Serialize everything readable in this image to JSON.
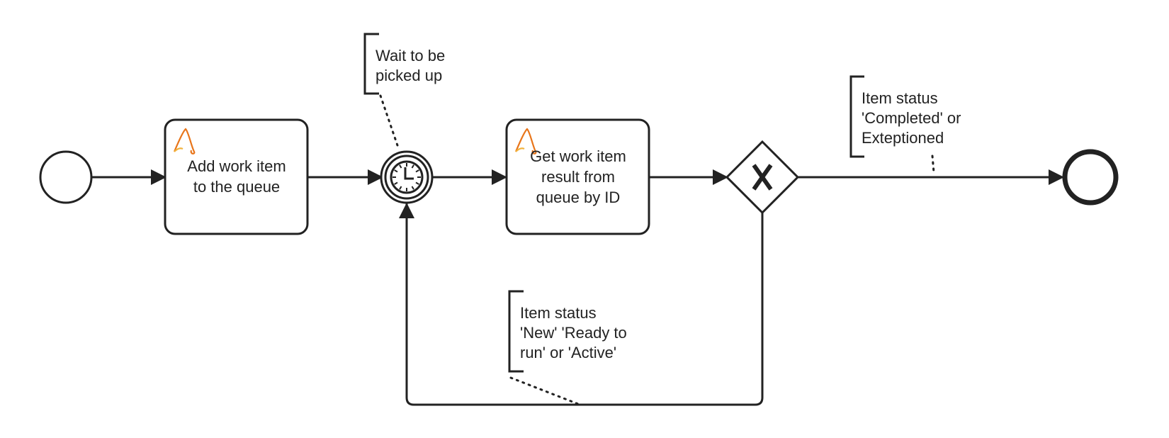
{
  "diagram": {
    "tasks": [
      {
        "id": "add",
        "lines": [
          "Add work item",
          "to the queue"
        ],
        "icon": "automation-icon"
      },
      {
        "id": "get",
        "lines": [
          "Get work item",
          "result from",
          "queue by ID"
        ],
        "icon": "automation-icon"
      }
    ],
    "annotations": [
      {
        "id": "wait",
        "lines": [
          "Wait to be",
          "picked up"
        ]
      },
      {
        "id": "completed",
        "lines": [
          "Item status",
          "'Completed' or",
          "Exteptioned"
        ]
      },
      {
        "id": "loop",
        "lines": [
          "Item status",
          "'New' 'Ready to",
          "run' or 'Active'"
        ]
      }
    ],
    "events": {
      "start": "start-event",
      "timer": "timer-intermediate-event",
      "end": "end-event"
    },
    "gateway": {
      "type": "exclusive",
      "marker": "X"
    },
    "colors": {
      "stroke": "#222222",
      "icon_accent": "#E8751A",
      "icon_secondary": "#F2B33D"
    }
  }
}
